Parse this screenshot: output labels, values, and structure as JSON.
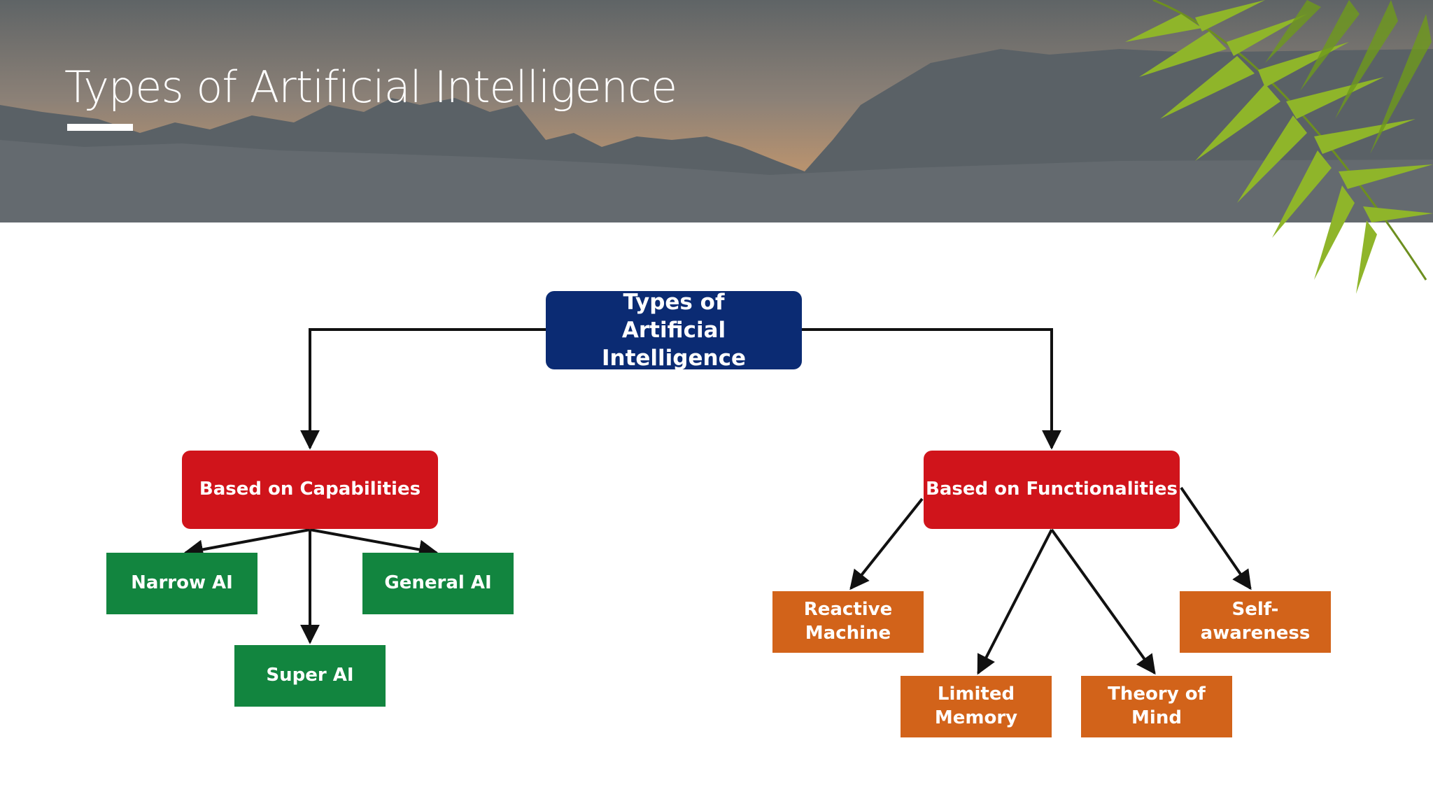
{
  "slide": {
    "title": "Types of Artificial Intelligence"
  },
  "diagram": {
    "root": "Types of Artificial Intelligence",
    "capabilities": {
      "label": "Based on Capabilities",
      "children": [
        "Narrow AI",
        "General AI",
        "Super AI"
      ]
    },
    "functionalities": {
      "label": "Based on Functionalities",
      "children": [
        "Reactive Machine",
        "Limited Memory",
        "Theory of Mind",
        "Self-awareness"
      ]
    }
  },
  "colors": {
    "root": "#0b2b73",
    "category": "#d0141b",
    "capability_leaf": "#12853f",
    "functionality_leaf": "#d2631a",
    "connector": "#111111"
  }
}
